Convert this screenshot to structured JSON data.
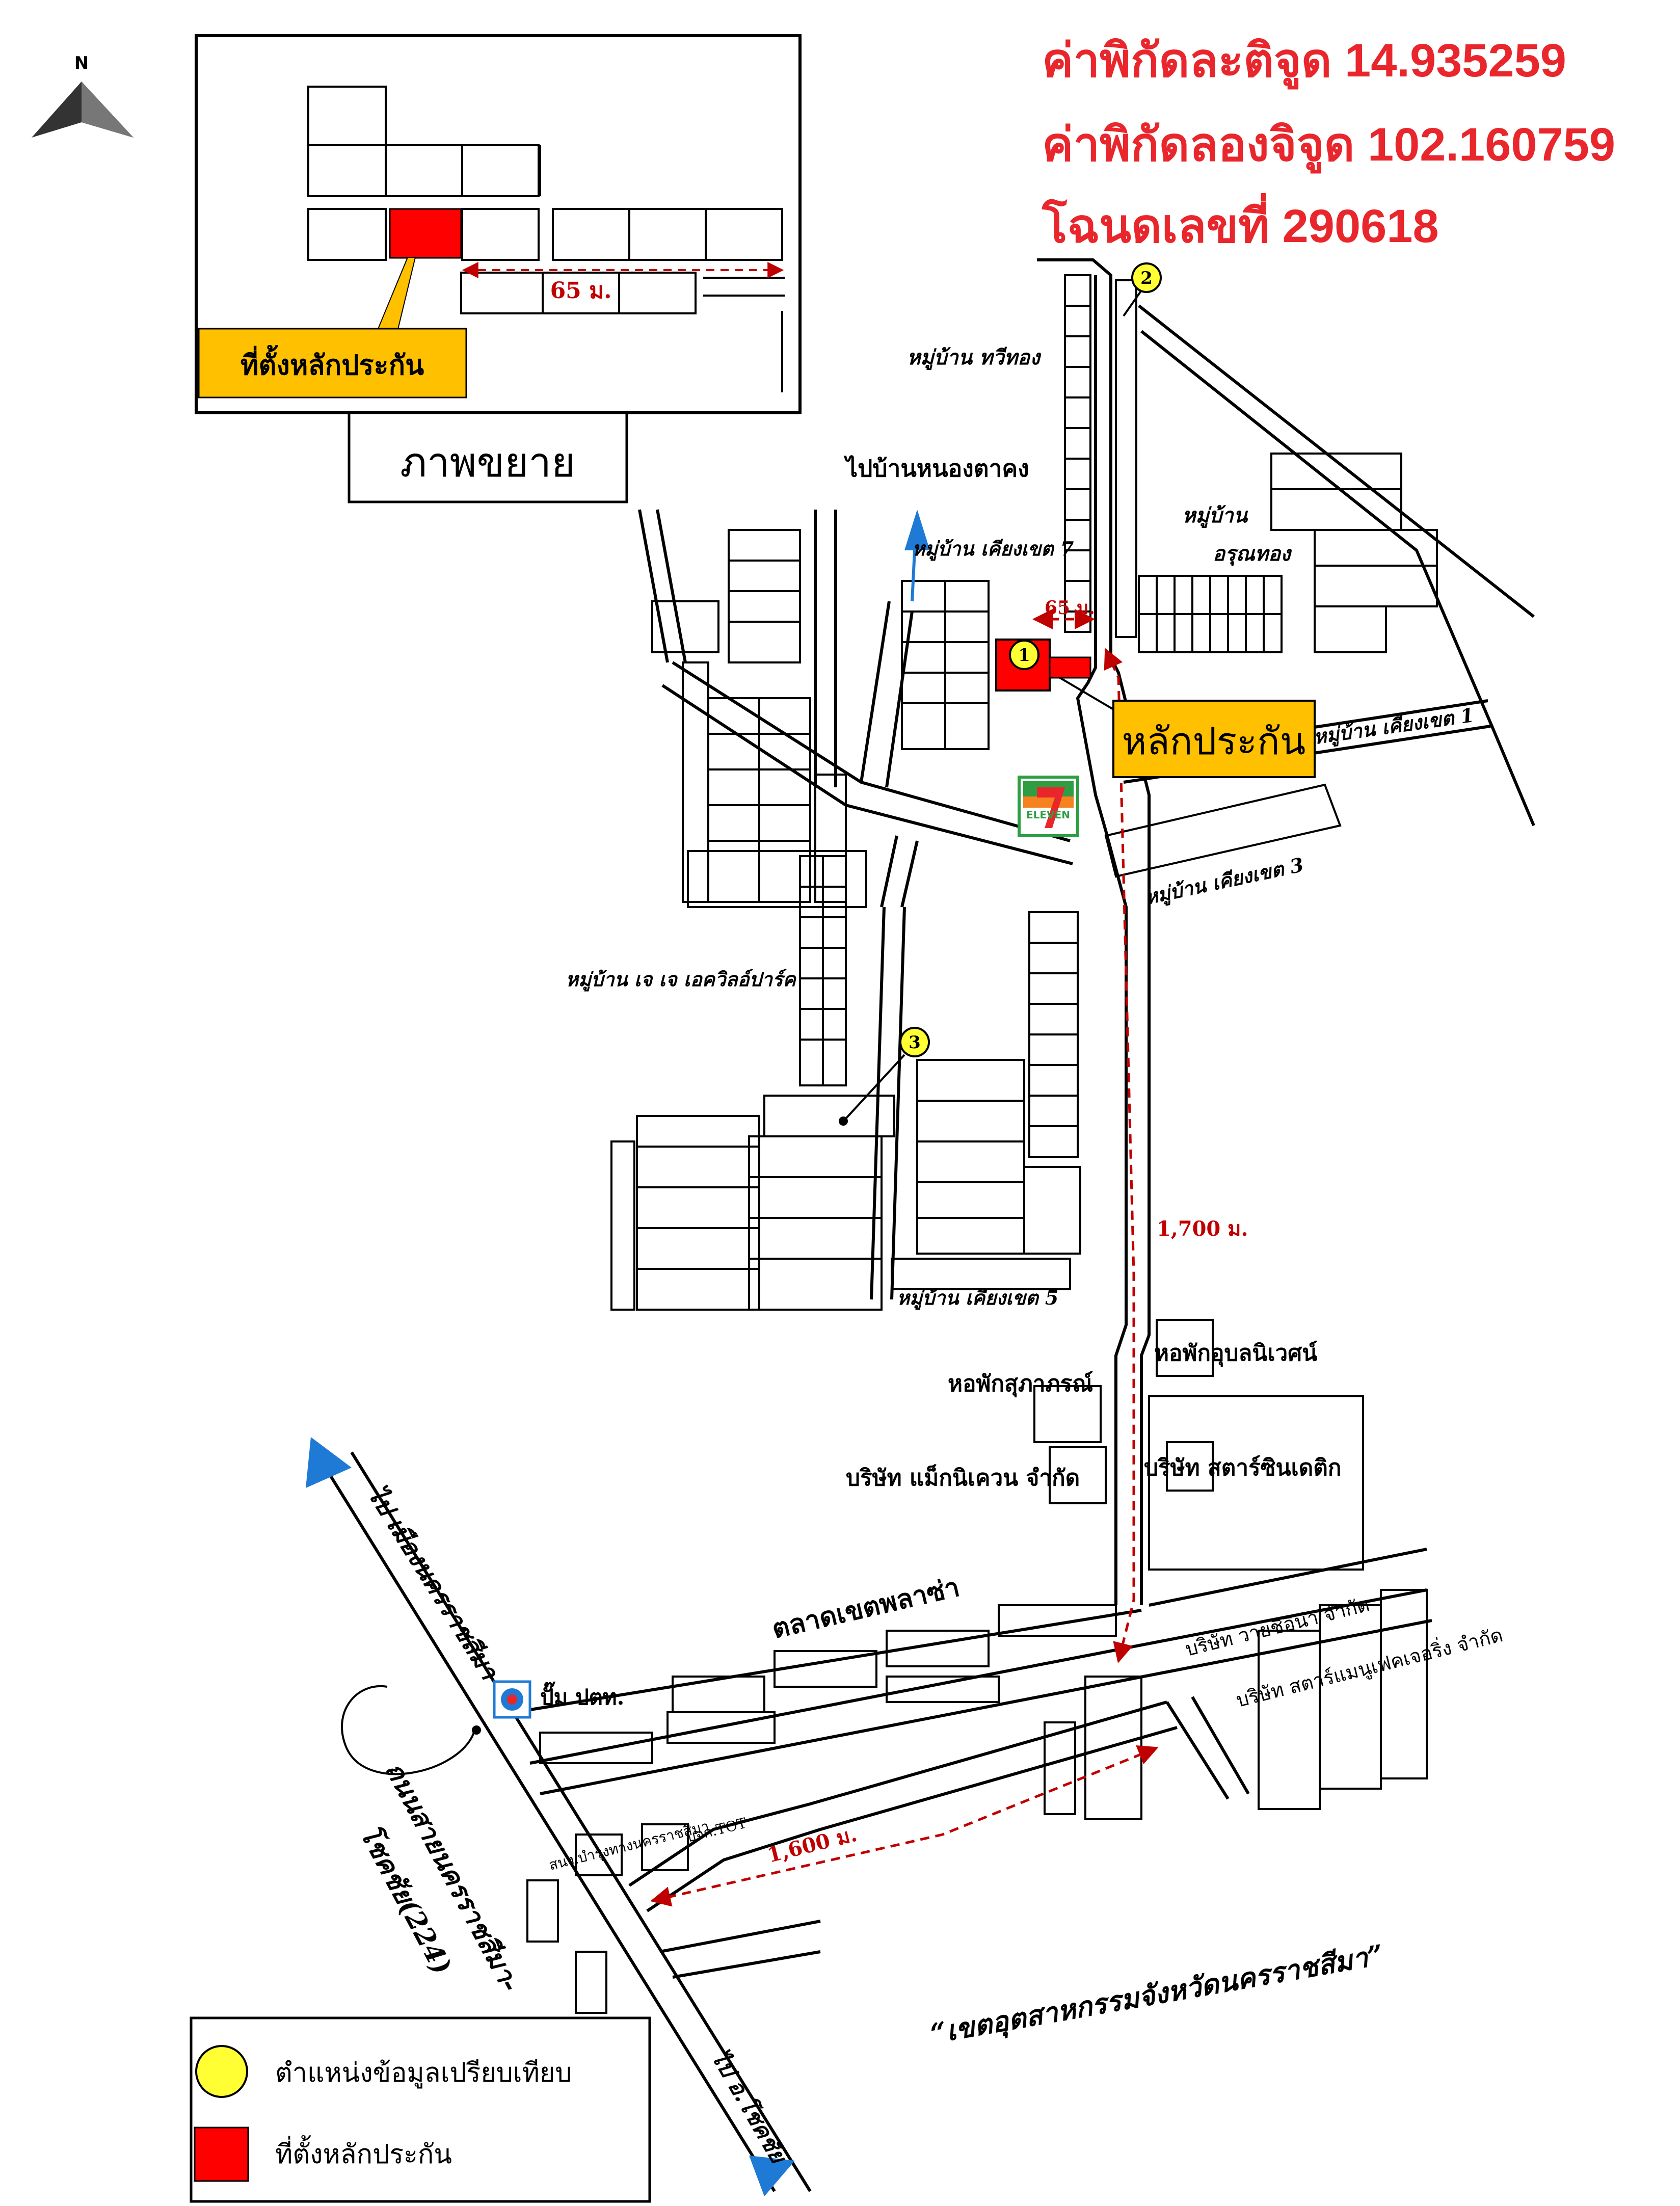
{
  "header": {
    "latitude": "ค่าพิกัดละติจูด 14.935259",
    "longitude": "ค่าพิกัดลองจิจูด 102.160759",
    "deed": "โฉนดเลขที่ 290618"
  },
  "compass": {
    "label": "N",
    "icon": "north-arrow-icon"
  },
  "inset": {
    "distance": "65 ม.",
    "callout": "ที่ตั้งหลักประกัน",
    "caption": "ภาพขยาย"
  },
  "markers": {
    "m1": "1",
    "m2": "2",
    "m3": "3"
  },
  "labels": {
    "to_nong_ta_khong": "ไปบ้านหนองตาคง",
    "village_thawi_thong": "หมู่บ้าน ทวีทอง",
    "village_aroon_thong": [
      "หมู่บ้าน",
      "อรุณทอง"
    ],
    "village_kiang_khet_7": "หมู่บ้าน เคียงเขต 7",
    "village_kiang_khet_1": "หมู่บ้าน เคียงเขต 1",
    "village_kiang_khet_3": "หมู่บ้าน เคียงเขต 3",
    "village_kiang_khet_5": "หมู่บ้าน เคียงเขต 5",
    "village_jj": "หมู่บ้าน เจ เจ เอควิลอ์ปาร์ค",
    "dist_65": "65 ม.",
    "dist_1700": "1,700 ม.",
    "dist_1600": "1,600 ม.",
    "collateral": "หลักประกัน",
    "seven_eleven": "ELEVEN",
    "dorm_suphaporn": "หอพักสุภาภรณ์",
    "dorm_ubon": "หอพักอุบลนิเวศน์",
    "co_magnecomp": "บริษัท แม็กนิเควน จำกัด",
    "co_star": "บริษัท สตาร์ซินเดติก",
    "co_vichiina": "บริษัท วายชิอิน่า จำกัด",
    "co_star_mfg": "บริษัท สตาร์แมนูเฟคเจอริ่ง จำกัด",
    "market": "ตลาดเขตพลาซ่า",
    "to_korat": "ไป เมืองนครราชสีมา",
    "ptt": "ปั๊ม ปตท.",
    "highway": [
      "ถนนสายนครราชสีมา-",
      "โชคชัย(224)"
    ],
    "to_chok_chai": "ไป อ.โชคชัย",
    "highway_office": "สนง.บำรุงทางนครราชสีมา",
    "tot": "บจก.TOT",
    "industrial": "“เขตอุตสาหกรรมจังหวัดนครราชสีมา”"
  },
  "legend": [
    {
      "icon": "yellow-circle-icon",
      "label": "ตำแหน่งข้อมูลเปรียบเทียบ"
    },
    {
      "icon": "red-square-icon",
      "label": "ที่ตั้งหลักประกัน"
    }
  ],
  "colors": {
    "header_red": "#e8262c",
    "marker_yellow": "#ffff33",
    "collateral_red": "#ff0000",
    "callout_orange": "#ffc000",
    "arrow_blue": "#1f7ad6",
    "dist_red": "#c00000"
  }
}
